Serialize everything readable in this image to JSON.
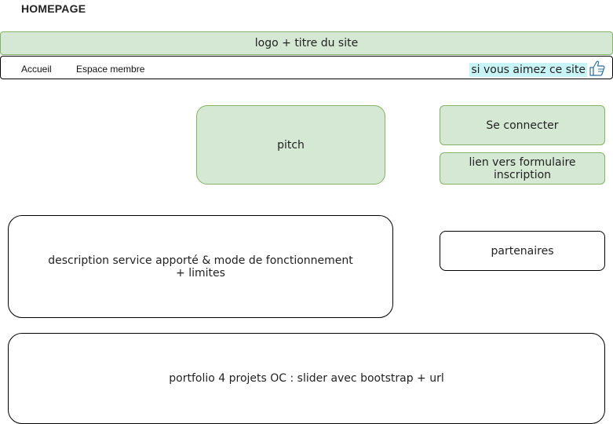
{
  "page": {
    "title": "HOMEPAGE"
  },
  "header": {
    "logo_label": "logo + titre du site"
  },
  "nav": {
    "items": [
      {
        "label": "Accueil"
      },
      {
        "label": "Espace membre"
      }
    ],
    "like_label": "si vous aimez ce site",
    "like_icon": "thumbs-up-icon"
  },
  "blocks": {
    "pitch": "pitch",
    "connect": "Se connecter",
    "signup": "lien vers formulaire\ninscription",
    "description": "description service apporté & mode de fonctionnement\n+ limites",
    "partners": "partenaires",
    "portfolio": "portfolio 4 projets OC : slider avec bootstrap + url"
  },
  "colors": {
    "green_fill": "#d5e8d4",
    "green_stroke": "#82b366",
    "highlight": "#c8f4f6"
  }
}
